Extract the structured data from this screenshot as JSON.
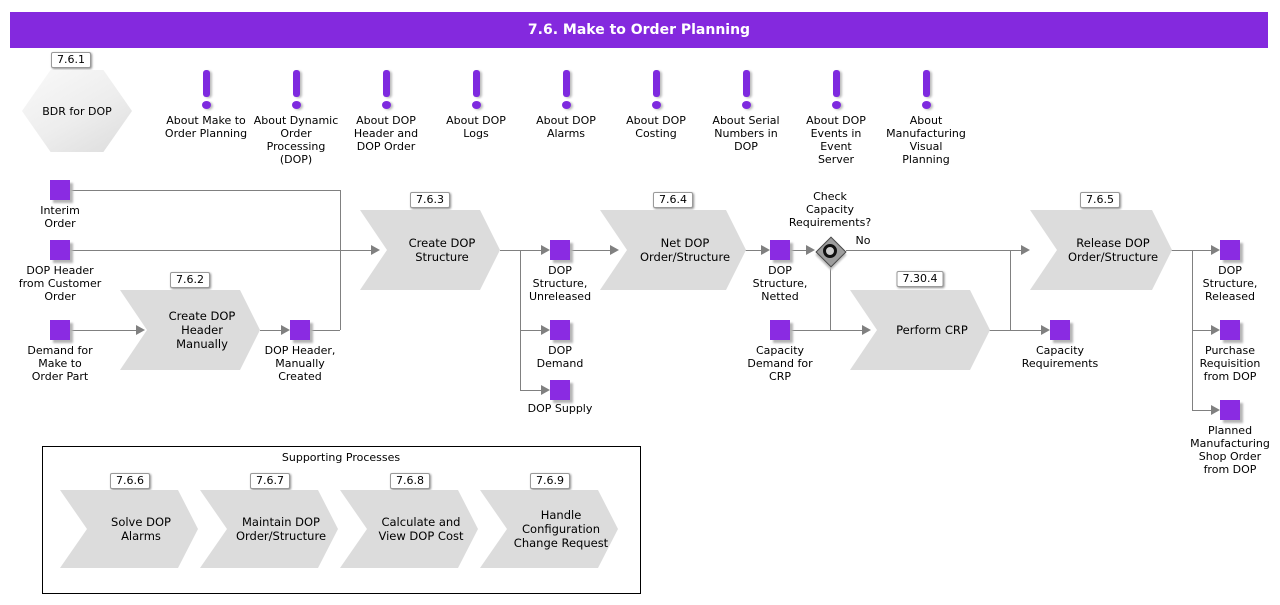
{
  "title": "7.6. Make to Order Planning",
  "colors": {
    "header_bg": "#8429DE",
    "node_purple": "#8A2BE2",
    "process_fill": "#DCDCDC",
    "line": "#808080"
  },
  "bdr": {
    "num": "7.6.1",
    "label": "BDR for DOP"
  },
  "about": {
    "items": [
      "About Make to\nOrder Planning",
      "About Dynamic\nOrder\nProcessing\n(DOP)",
      "About DOP\nHeader and\nDOP Order",
      "About DOP\nLogs",
      "About DOP\nAlarms",
      "About DOP\nCosting",
      "About Serial\nNumbers in\nDOP",
      "About DOP\nEvents in\nEvent\nServer",
      "About\nManufacturing\nVisual\nPlanning"
    ]
  },
  "flow": {
    "docs": {
      "interim_order": "Interim\nOrder",
      "dop_header_from_customer_order": "DOP Header\nfrom Customer\nOrder",
      "demand_for_make_to_order_part": "Demand for\nMake to\nOrder Part",
      "dop_header_manually_created": "DOP Header,\nManually\nCreated",
      "dop_structure_unreleased": "DOP\nStructure,\nUnreleased",
      "dop_demand": "DOP\nDemand",
      "dop_supply": "DOP Supply",
      "dop_structure_netted": "DOP\nStructure,\nNetted",
      "capacity_demand_for_crp": "Capacity\nDemand for\nCRP",
      "capacity_requirements": "Capacity\nRequirements",
      "dop_structure_released": "DOP\nStructure,\nReleased",
      "purchase_requisition_from_dop": "Purchase\nRequisition\nfrom DOP",
      "planned_manufacturing_shop_order_from_dop": "Planned\nManufacturing\nShop Order\nfrom DOP"
    },
    "processes": {
      "create_dop_header": {
        "num": "7.6.2",
        "label": "Create DOP\nHeader\nManually"
      },
      "create_dop_structure": {
        "num": "7.6.3",
        "label": "Create DOP\nStructure"
      },
      "net_dop_order_structure": {
        "num": "7.6.4",
        "label": "Net DOP\nOrder/Structure"
      },
      "perform_crp": {
        "num": "7.30.4",
        "label": "Perform CRP"
      },
      "release_dop_order_structure": {
        "num": "7.6.5",
        "label": "Release DOP\nOrder/Structure"
      }
    },
    "decision": {
      "question": "Check\nCapacity\nRequirements?",
      "no_label": "No"
    }
  },
  "supporting": {
    "title": "Supporting Processes",
    "processes": [
      {
        "num": "7.6.6",
        "label": "Solve DOP\nAlarms"
      },
      {
        "num": "7.6.7",
        "label": "Maintain DOP\nOrder/Structure"
      },
      {
        "num": "7.6.8",
        "label": "Calculate and\nView DOP Cost"
      },
      {
        "num": "7.6.9",
        "label": "Handle\nConfiguration\nChange Request"
      }
    ]
  }
}
